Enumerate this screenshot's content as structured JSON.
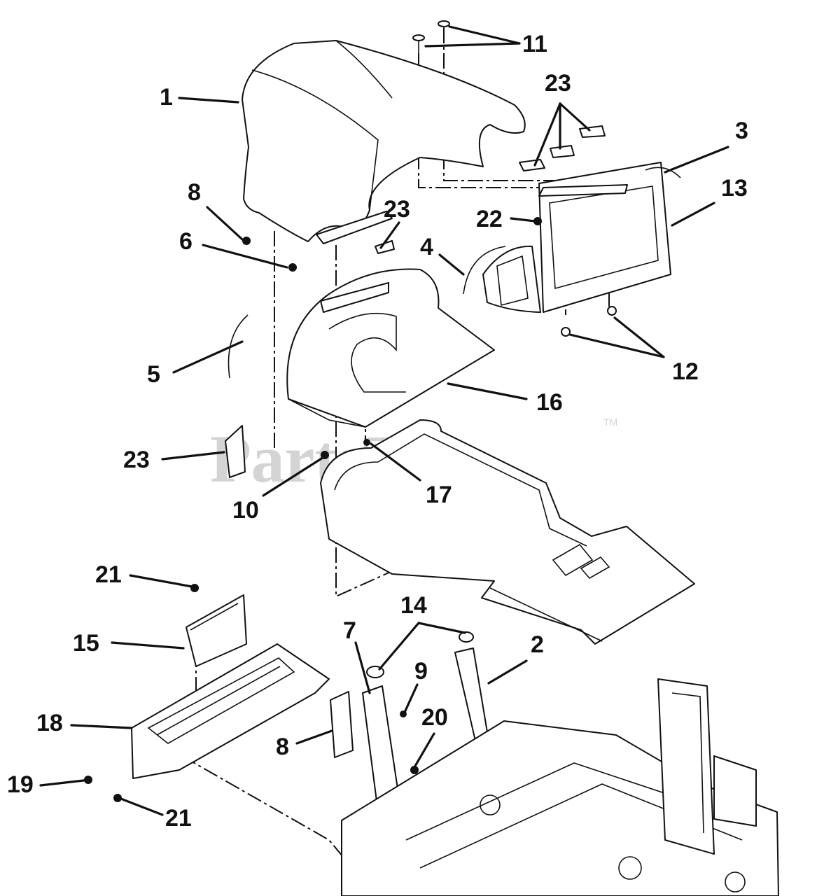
{
  "diagram": {
    "callouts": [
      {
        "id": "c1",
        "label": "1"
      },
      {
        "id": "c2",
        "label": "2"
      },
      {
        "id": "c3",
        "label": "3"
      },
      {
        "id": "c4",
        "label": "4"
      },
      {
        "id": "c5",
        "label": "5"
      },
      {
        "id": "c6",
        "label": "6"
      },
      {
        "id": "c7",
        "label": "7"
      },
      {
        "id": "c8a",
        "label": "8"
      },
      {
        "id": "c8b",
        "label": "8"
      },
      {
        "id": "c9",
        "label": "9"
      },
      {
        "id": "c10",
        "label": "10"
      },
      {
        "id": "c11",
        "label": "11"
      },
      {
        "id": "c12",
        "label": "12"
      },
      {
        "id": "c13",
        "label": "13"
      },
      {
        "id": "c14",
        "label": "14"
      },
      {
        "id": "c15",
        "label": "15"
      },
      {
        "id": "c16",
        "label": "16"
      },
      {
        "id": "c17",
        "label": "17"
      },
      {
        "id": "c18",
        "label": "18"
      },
      {
        "id": "c19",
        "label": "19"
      },
      {
        "id": "c20",
        "label": "20"
      },
      {
        "id": "c21a",
        "label": "21"
      },
      {
        "id": "c21b",
        "label": "21"
      },
      {
        "id": "c22",
        "label": "22"
      },
      {
        "id": "c23a",
        "label": "23"
      },
      {
        "id": "c23b",
        "label": "23"
      },
      {
        "id": "c23c",
        "label": "23"
      }
    ]
  },
  "watermark": {
    "text": "PartsTree",
    "mark": "TM"
  }
}
